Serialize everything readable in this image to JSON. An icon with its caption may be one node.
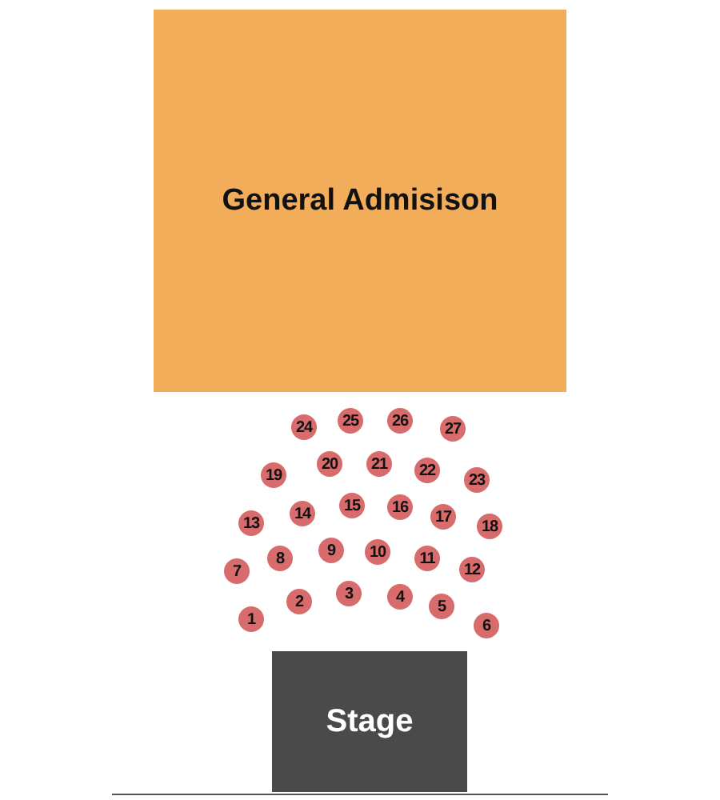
{
  "diagram": {
    "nodes": [
      {
        "text": [
          "General Admisison"
        ]
      },
      {
        "text": [
          "24"
        ]
      },
      {
        "text": [
          "25"
        ]
      },
      {
        "text": [
          "26"
        ]
      },
      {
        "text": [
          "27"
        ]
      },
      {
        "text": [
          "19"
        ]
      },
      {
        "text": [
          "20"
        ]
      },
      {
        "text": [
          "21"
        ]
      },
      {
        "text": [
          "22"
        ]
      },
      {
        "text": [
          "23"
        ]
      },
      {
        "text": [
          "13"
        ]
      },
      {
        "text": [
          "14"
        ]
      },
      {
        "text": [
          "15"
        ]
      },
      {
        "text": [
          "16"
        ]
      },
      {
        "text": [
          "17"
        ]
      },
      {
        "text": [
          "18"
        ]
      },
      {
        "text": [
          "7"
        ]
      },
      {
        "text": [
          "8"
        ]
      },
      {
        "text": [
          "9"
        ]
      },
      {
        "text": [
          "10"
        ]
      },
      {
        "text": [
          "11"
        ]
      },
      {
        "text": [
          "12"
        ]
      },
      {
        "text": [
          "1"
        ]
      },
      {
        "text": [
          "2"
        ]
      },
      {
        "text": [
          "3"
        ]
      },
      {
        "text": [
          "4"
        ]
      },
      {
        "text": [
          "5"
        ]
      },
      {
        "text": [
          "6"
        ]
      },
      {
        "text": [
          "Stage"
        ]
      }
    ]
  }
}
